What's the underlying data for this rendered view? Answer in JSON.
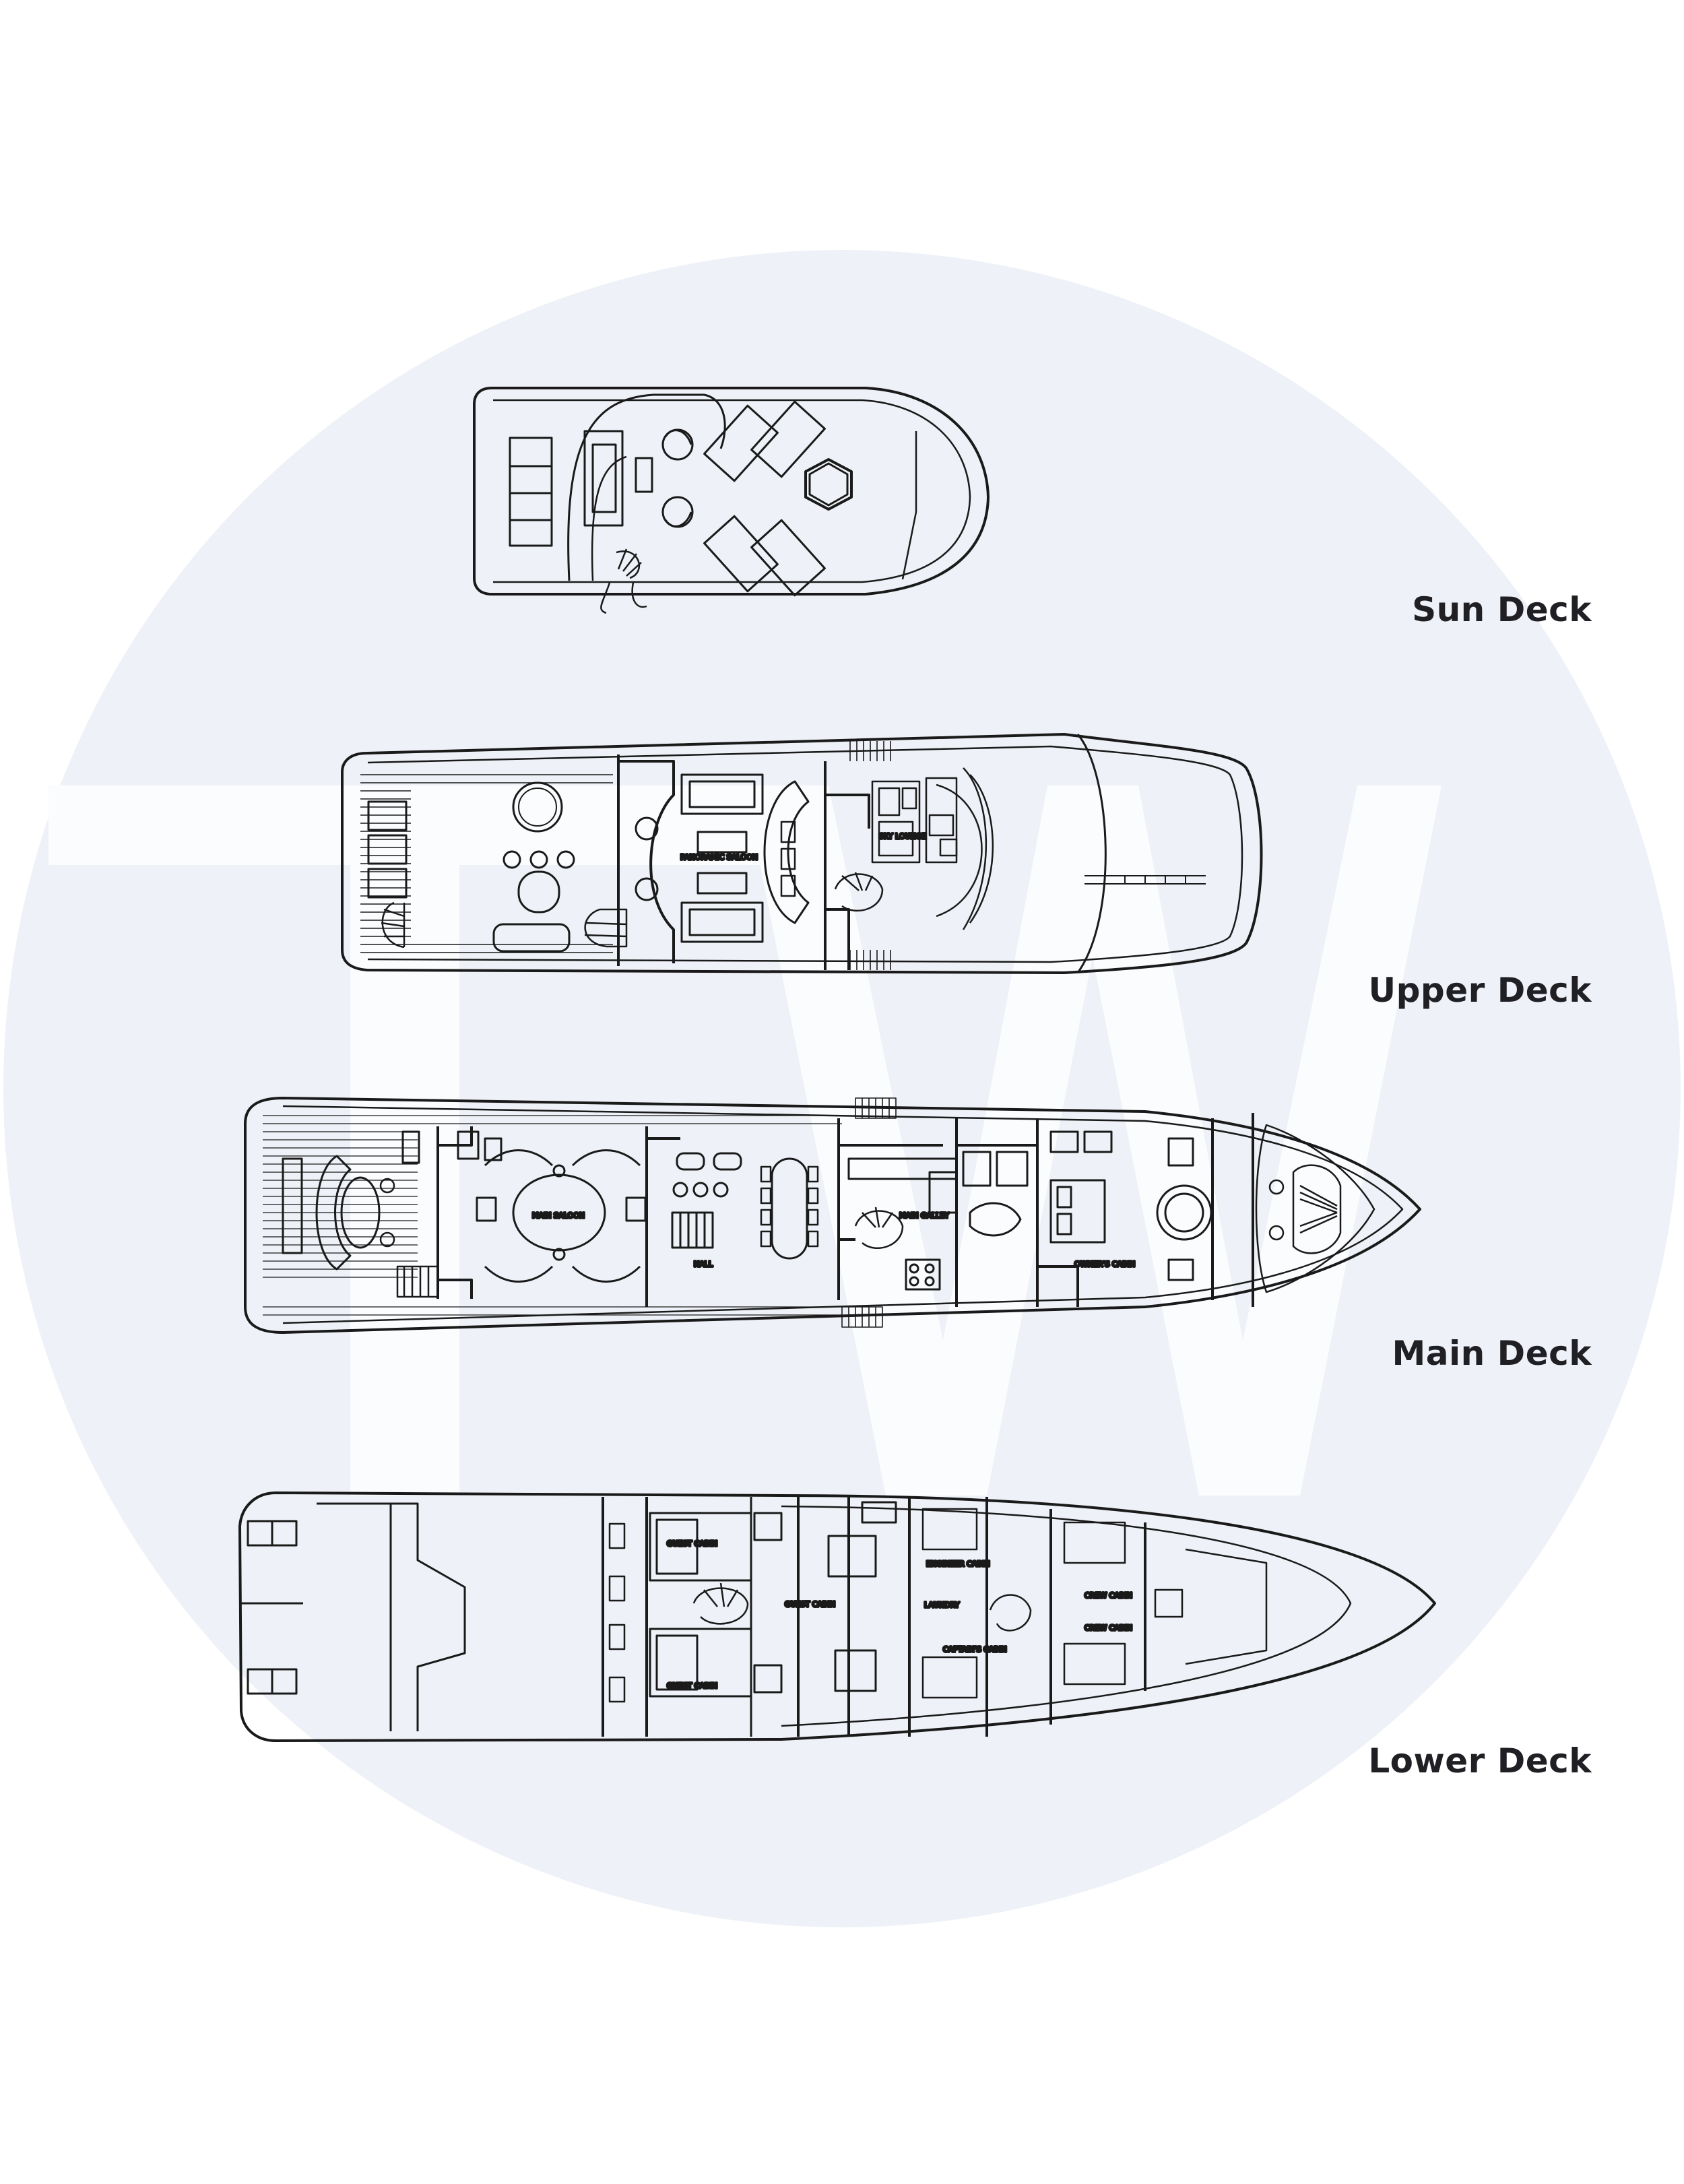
{
  "watermark": {
    "text": "TW",
    "circle_color": "#eef1f7",
    "letter_color": "#fbfcfe"
  },
  "decks": [
    {
      "id": "sun",
      "label": "Sun Deck",
      "rooms": []
    },
    {
      "id": "upper",
      "label": "Upper Deck",
      "rooms": [
        "PANORAMIC SALOON",
        "SKY LOUNGE"
      ]
    },
    {
      "id": "main",
      "label": "Main Deck",
      "rooms": [
        "MAIN SALOON",
        "HALL",
        "MAIN GALLEY",
        "OWNER'S CABIN"
      ]
    },
    {
      "id": "lower",
      "label": "Lower Deck",
      "rooms": [
        "GUEST CABIN",
        "GUEST CABIN",
        "GUEST CABIN",
        "ENGINEER CABIN",
        "LAUNDRY",
        "CAPTAIN'S CABIN",
        "CREW CABIN",
        "CREW CABIN"
      ]
    }
  ],
  "colors": {
    "line": "#1a1a1a",
    "label": "#1f1f24",
    "background": "#ffffff"
  }
}
